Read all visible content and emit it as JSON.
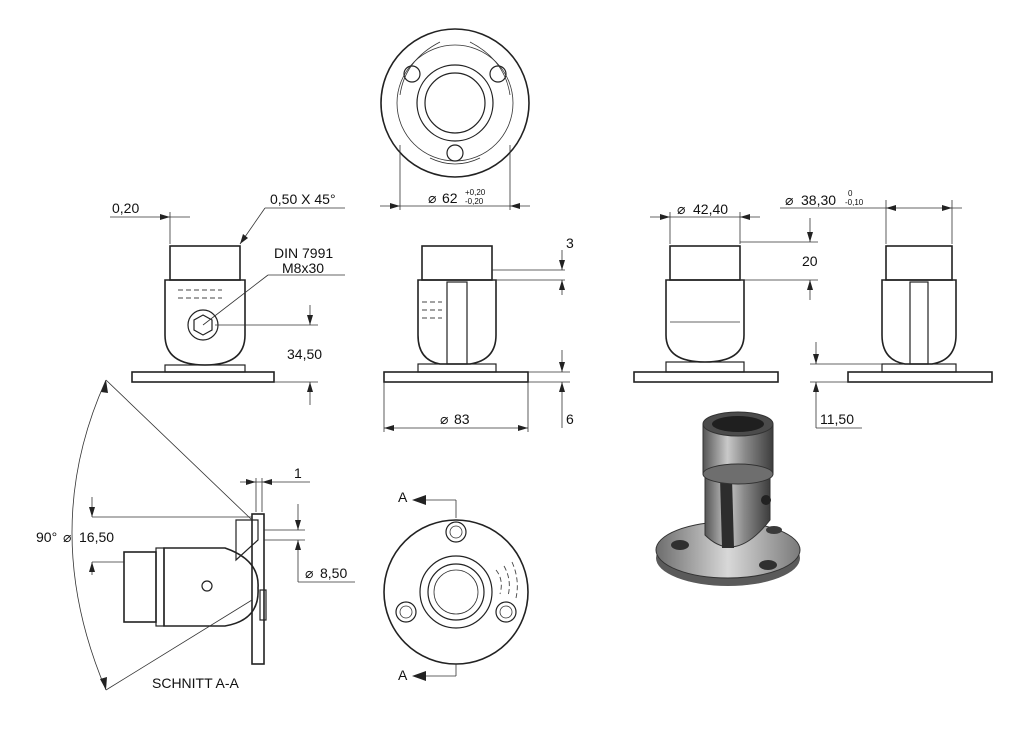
{
  "dimensions": {
    "chamfer_offset": "0,20",
    "chamfer": "0,50 X 45°",
    "screw_standard": "DIN 7991",
    "screw_size": "M8x30",
    "height_axis": "34,50",
    "flange_dia_symbol": "⌀",
    "flange_dia": "62",
    "flange_dia_tol_upper": "+0,20",
    "flange_dia_tol_lower": "-0,20",
    "plate_dia": "83",
    "top_offset": "3",
    "plate_thickness": "6",
    "tube_dia": "42,40",
    "socket_dia": "38,30",
    "socket_tol_upper": "0",
    "socket_tol_lower": "-0,10",
    "socket_depth": "20",
    "base_height": "11,50",
    "gap": "1",
    "angle": "90°",
    "hole_dia": "16,50",
    "bore_dia": "8,50",
    "section_marker": "A"
  },
  "labels": {
    "section_title": "SCHNITT A-A"
  }
}
